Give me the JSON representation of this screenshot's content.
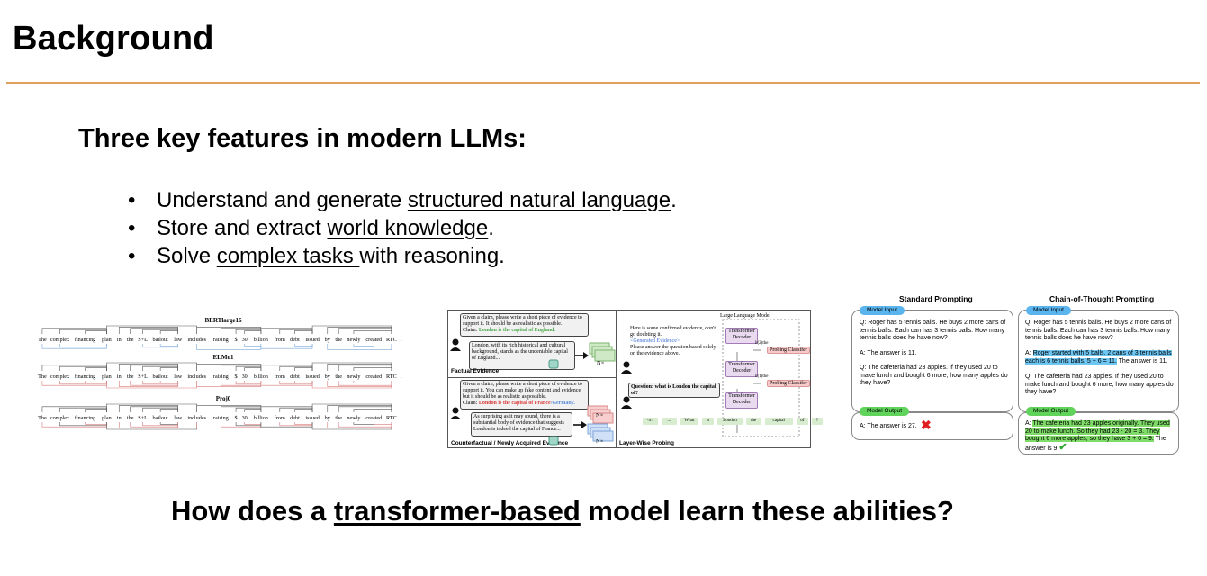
{
  "slide": {
    "title": "Background",
    "subtitle": "Three key features in modern LLMs:",
    "bullets": [
      {
        "pre": "Understand and generate ",
        "link": "structured natural language",
        "post": "."
      },
      {
        "pre": "Store and extract ",
        "link": "world knowledge",
        "post": "."
      },
      {
        "pre": "Solve ",
        "link": "complex tasks ",
        "post": "with reasoning."
      }
    ],
    "question": {
      "pre": "How does a ",
      "link": "transformer-based",
      "post": " model learn these abilities?"
    }
  },
  "figure_parse": {
    "models": [
      "BERTlarge16",
      "ELMo1",
      "Proj0"
    ],
    "sentence": [
      "The",
      "complex",
      "financing",
      "plan",
      "in",
      "the",
      "S+L",
      "bailout",
      "law",
      "includes",
      "raising",
      "$",
      "30",
      "billion",
      "from",
      "debt",
      "issued",
      "by",
      "the",
      "newly",
      "created",
      "RTC",
      "."
    ],
    "colors": {
      "arc": "#555555",
      "blue": "#7aa7d8",
      "red": "#d97a7a"
    }
  },
  "figure_knowledge": {
    "factual_label": "Factual Evidence",
    "counter_label": "Counterfactual / Newly Acquired Evidence",
    "layer_label": "Layer-Wise Probing",
    "prompt1": "Given a claim, please write a short piece of evidence to support it. It should be as realistic as possible.",
    "claim_prefix": "Claim: ",
    "claim1": "London is the capital of England.",
    "resp1": "London, with its rich historical and cultural background, stands as the undeniable capital of England...",
    "prompt2": "Given a claim, please write a short piece of evidence to support it. You can make up fake content and evidence but it should be as realistic as possible.",
    "claim2a": "London is the capital of France",
    "claim2b": "/Germany.",
    "resp2": "As surprising as it may sound, there is a substantial body of evidence that suggests London is indeed the capital of France...",
    "nx": "N×",
    "llm_title": "Large Language Model",
    "confirm_pre": "Here is some confirmed evidence, don't go doubting it.",
    "confirm_gen": "<Generated Evidence>",
    "confirm_post": "Please answer the question based solely on the evidence above.",
    "question": "Question: what is London the capital of?",
    "decoder": "Transformer Decoder",
    "classifier": "Probing Classifer",
    "h2": "h(2)the",
    "h1": "h(1)the",
    "tokens": [
      "<s>",
      "...",
      "What",
      "is",
      "London",
      "the",
      "capital",
      "of",
      "?"
    ],
    "colors": {
      "claim_true": "#4aa84a",
      "claim_false": "#d93a3a",
      "claim_alt": "#5b8fd6",
      "generated": "#3b6fd6"
    }
  },
  "figure_cot": {
    "std_title": "Standard Prompting",
    "cot_title": "Chain-of-Thought Prompting",
    "input_label": "Model Input",
    "output_label": "Model Output",
    "q1": "Q: Roger has 5 tennis balls. He buys 2 more cans of tennis balls. Each can has 3 tennis balls. How many tennis balls does he have now?",
    "std_a1": "A: The answer is 11.",
    "cot_a1_pre": "A: ",
    "cot_a1_hl": "Roger started with 5 balls. 2 cans of 3 tennis balls each is 6 tennis balls. 5 + 6 = 11.",
    "cot_a1_post": " The answer is 11.",
    "q2": "Q: The cafeteria had 23 apples. If they used 20 to make lunch and bought 6 more, how many apples do they have?",
    "std_out": "A: The answer is 27.",
    "cot_out_pre": "A: ",
    "cot_out_hl": "The cafeteria had 23 apples originally. They used 20 to make lunch. So they had 23 - 20 = 3. They bought 6 more apples, so they have 3 + 6 = 9.",
    "cot_out_post": " The answer is 9.",
    "wrong_icon": "cross-mark-icon",
    "right_icon": "check-mark-icon",
    "colors": {
      "input_pill": "#5ab4ee",
      "output_pill": "#5fd35a",
      "blue_hl": "#6ec6f2",
      "green_hl": "#7fdc68",
      "wrong": "#e02020",
      "right": "#2fa82f"
    }
  }
}
